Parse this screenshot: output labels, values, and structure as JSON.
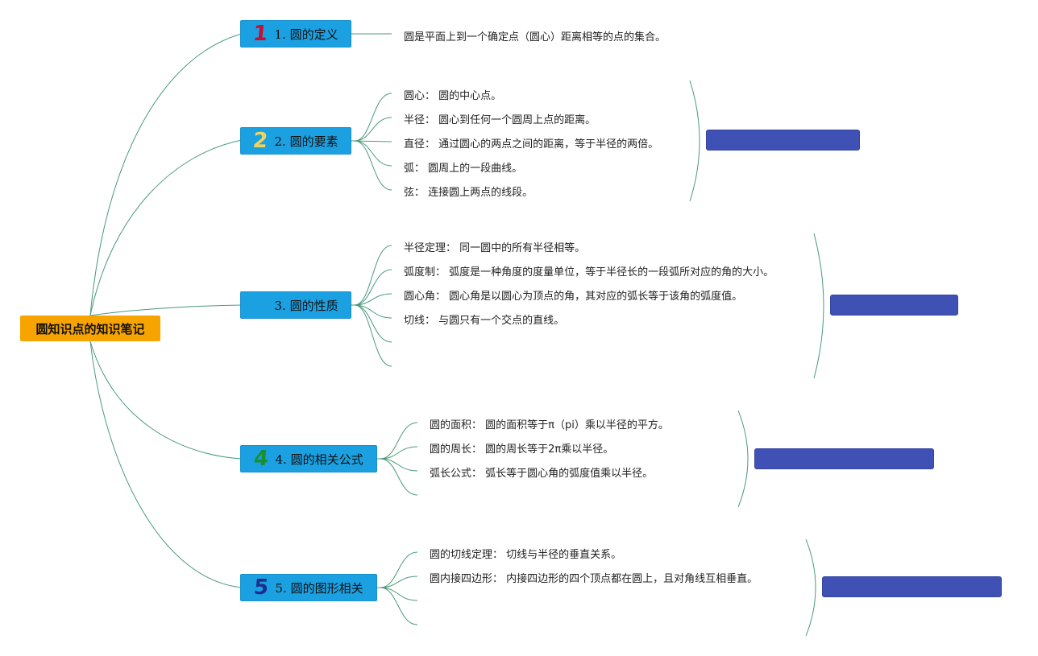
{
  "root": {
    "label": "圆知识点的知识笔记"
  },
  "branches": [
    {
      "num": "1",
      "num_color": "#c8102e",
      "label": "1. 圆的定义",
      "items": [
        "圆是平面上到一个确定点（圆心）距离相等的点的集合。"
      ]
    },
    {
      "num": "2",
      "num_color": "#f2d45c",
      "label": "2. 圆的要素",
      "items": [
        "圆心： 圆的中心点。",
        "半径： 圆心到任何一个圆周上点的距离。",
        "直径： 通过圆心的两点之间的距离，等于半径的两倍。",
        "弧： 圆周上的一段曲线。",
        "弦： 连接圆上两点的线段。"
      ],
      "summary": ""
    },
    {
      "num": "3",
      "num_color": "#1ba1e2",
      "label": "3. 圆的性质",
      "items": [
        "半径定理： 同一圆中的所有半径相等。",
        "弧度制： 弧度是一种角度的度量单位，等于半径长的一段弧所对应的角的大小。",
        "圆心角： 圆心角是以圆心为顶点的角，其对应的弧长等于该角的弧度值。",
        "切线： 与圆只有一个交点的直线。",
        "",
        ""
      ],
      "summary": ""
    },
    {
      "num": "4",
      "num_color": "#1a8f2e",
      "label": "4. 圆的相关公式",
      "items": [
        "圆的面积： 圆的面积等于π（pi）乘以半径的平方。",
        "圆的周长： 圆的周长等于2π乘以半径。",
        "弧长公式： 弧长等于圆心角的弧度值乘以半径。",
        ""
      ],
      "summary": ""
    },
    {
      "num": "5",
      "num_color": "#1c2f8f",
      "label": "5. 圆的图形相关",
      "items": [
        "圆的切线定理： 切线与半径的垂直关系。",
        "圆内接四边形： 内接四边形的四个顶点都在圆上，且对角线互相垂直。",
        "",
        ""
      ],
      "summary": ""
    }
  ],
  "colors": {
    "line": "#4a9a7a",
    "root_bg": "#f7a400",
    "branch_bg": "#1ba1e2",
    "summary_bg": "#3f51b5"
  }
}
